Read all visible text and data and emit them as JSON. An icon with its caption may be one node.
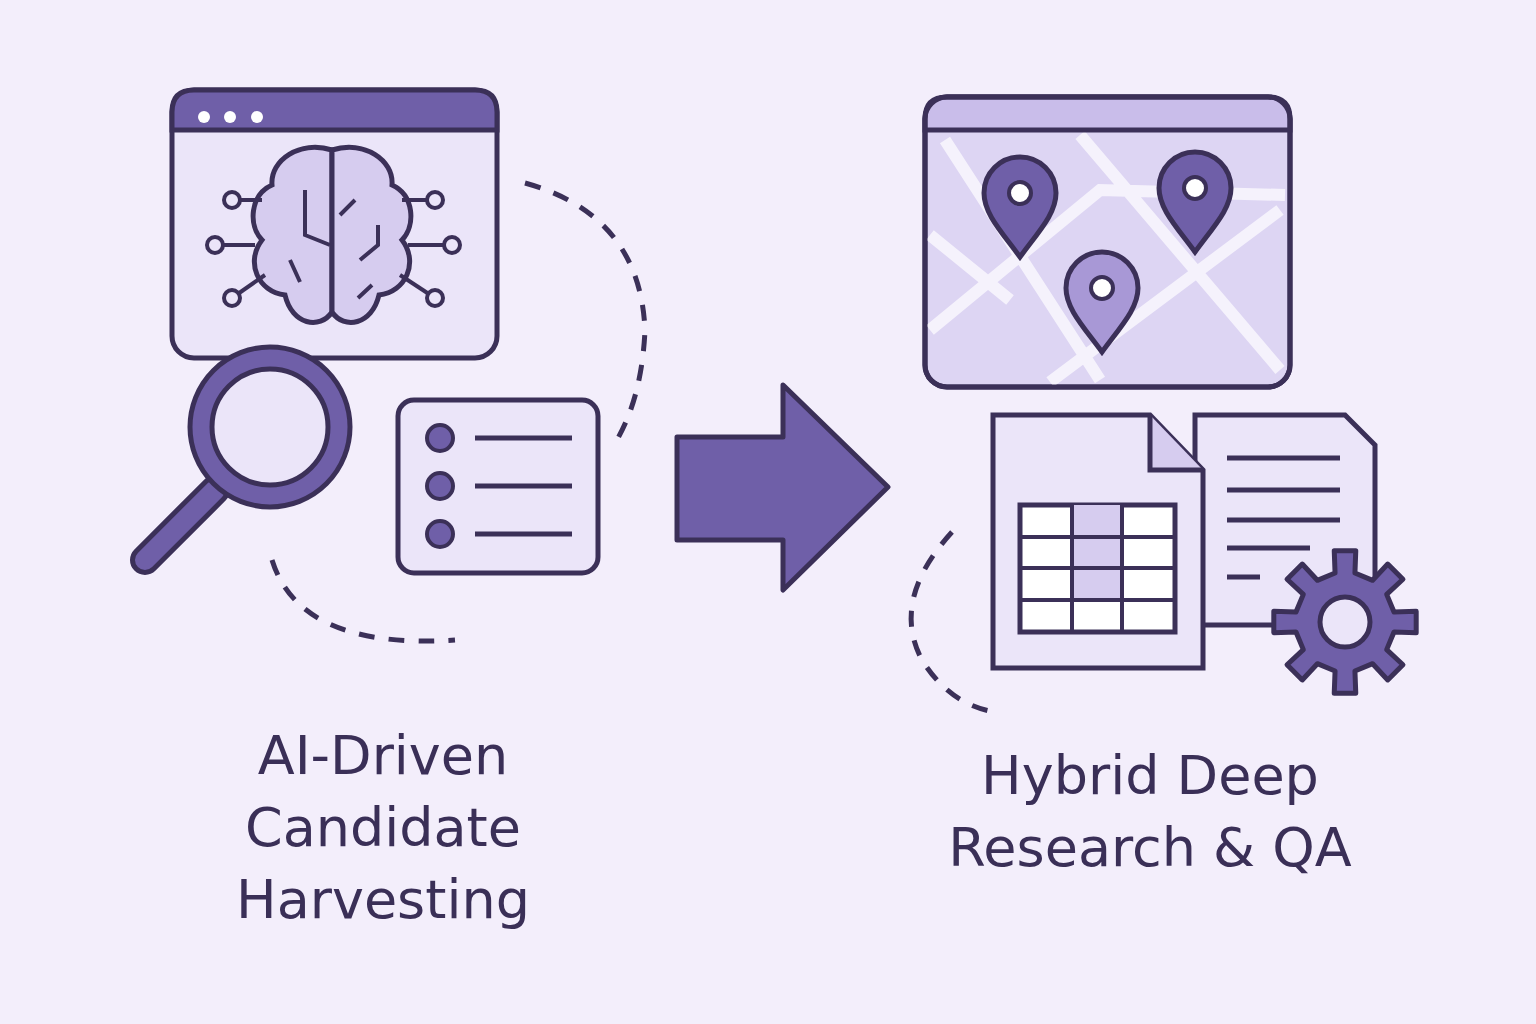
{
  "diagram": {
    "nodes": [
      {
        "text": [
          "AI-Driven Candidate Harvesting"
        ]
      },
      {
        "text": [
          "Hybrid Deep Research & QA"
        ]
      }
    ],
    "edges": [
      {
        "from": 0,
        "to": 1,
        "arrow": "to",
        "style": "thick"
      }
    ]
  }
}
